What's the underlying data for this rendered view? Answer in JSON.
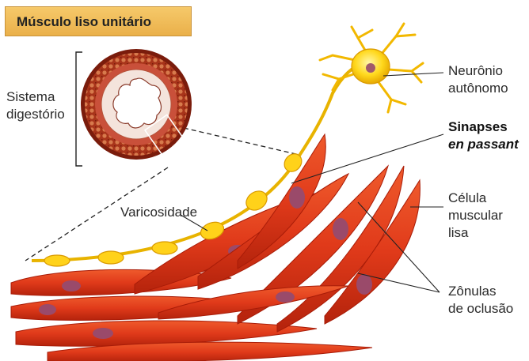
{
  "title": "Músculo liso unitário",
  "labels": {
    "sistema_line1": "Sistema",
    "sistema_line2": "digestório",
    "neuronio_line1": "Neurônio",
    "neuronio_line2": "autônomo",
    "sinapses_line1": "Sinapses",
    "sinapses_line2": "en passant",
    "celula_line1": "Célula",
    "celula_line2": "muscular",
    "celula_line3": "lisa",
    "varicosidade": "Varicosidade",
    "zonulas_line1": "Zônulas",
    "zonulas_line2": "de oclusão"
  },
  "colors": {
    "title_bg": "#f0bd5a",
    "neuron": "#f5c400",
    "neuron_body": "#ffe23a",
    "muscle": "#e3381c",
    "muscle_dark": "#b8220e",
    "nucleus": "#9a4a6a",
    "tube_outer": "#9b2a14",
    "tube_ring": "#f2e0d8",
    "lumen": "#ffffff"
  }
}
